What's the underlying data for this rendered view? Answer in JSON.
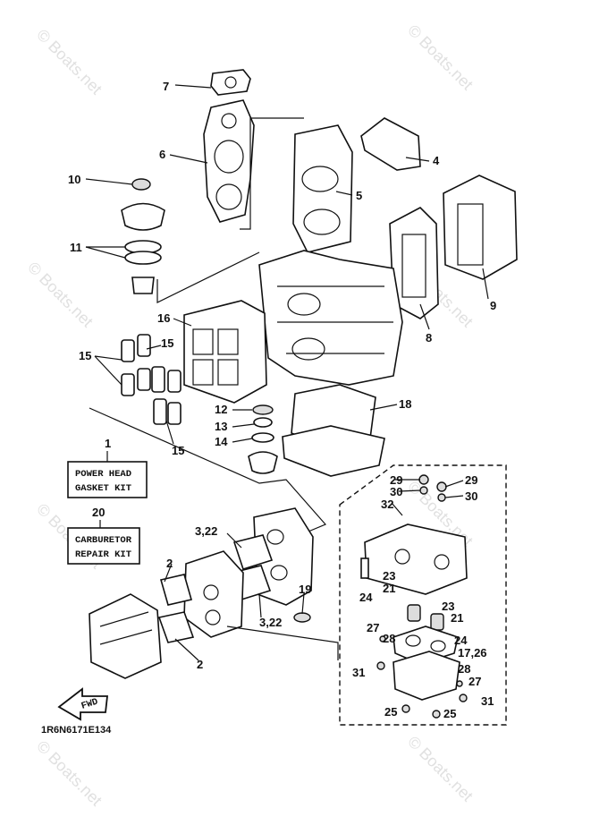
{
  "diagram": {
    "code": "1R6N6171E134",
    "fwd_label": "FWD",
    "watermark": "© Boats.net",
    "kits": [
      {
        "number": "1",
        "line1": "POWER HEAD",
        "line2": "GASKET KIT"
      },
      {
        "number": "20",
        "line1": "CARBURETOR",
        "line2": "REPAIR KIT"
      }
    ],
    "callouts": {
      "c7": "7",
      "c6": "6",
      "c10": "10",
      "c11": "11",
      "c4": "4",
      "c5": "5",
      "c9": "9",
      "c8": "8",
      "c16": "16",
      "c15a": "15",
      "c15b": "15",
      "c15c": "15",
      "c12": "12",
      "c13": "13",
      "c14": "14",
      "c18": "18",
      "c322a": "3,22",
      "c2a": "2",
      "c19": "19",
      "c322b": "3,22",
      "c2b": "2",
      "c29a": "29",
      "c30a": "30",
      "c29b": "29",
      "c30b": "30",
      "c32": "32",
      "c23a": "23",
      "c21a": "21",
      "c24a": "24",
      "c23b": "23",
      "c21b": "21",
      "c27a": "27",
      "c28a": "28",
      "c24b": "24",
      "c1726": "17,26",
      "c31a": "31",
      "c28b": "28",
      "c27b": "27",
      "c31b": "31",
      "c25a": "25",
      "c25b": "25"
    }
  }
}
